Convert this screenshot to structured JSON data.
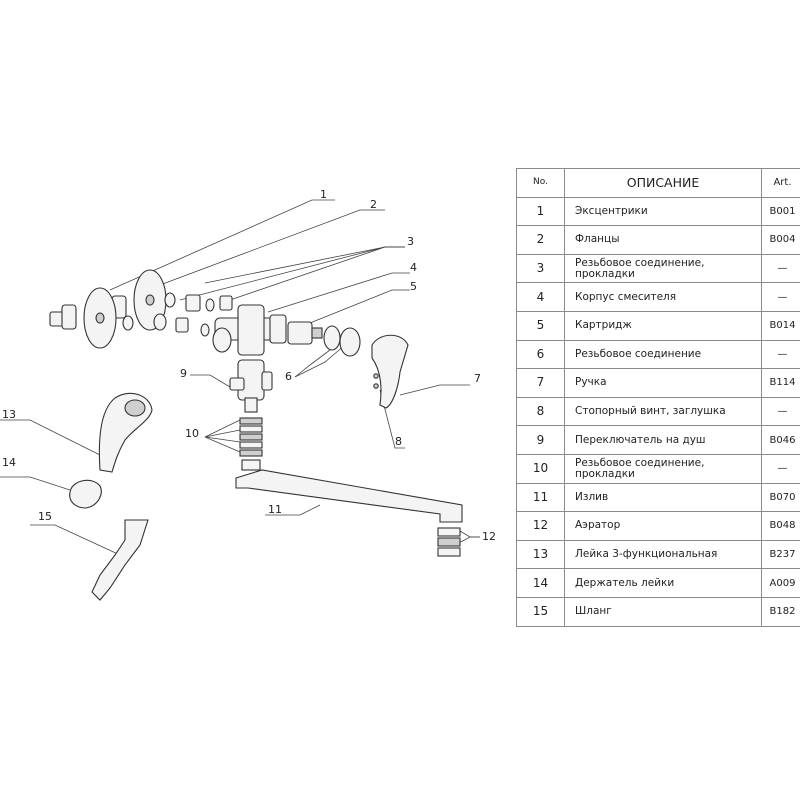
{
  "diagram": {
    "callouts": [
      "1",
      "2",
      "3",
      "4",
      "5",
      "6",
      "7",
      "8",
      "9",
      "10",
      "11",
      "12",
      "13",
      "14",
      "15"
    ]
  },
  "table": {
    "headers": {
      "no": "No.",
      "desc": "ОПИСАНИЕ",
      "art": "Art."
    },
    "rows": [
      {
        "no": "1",
        "desc": "Эксцентрики",
        "art": "B001"
      },
      {
        "no": "2",
        "desc": "Фланцы",
        "art": "B004"
      },
      {
        "no": "3",
        "desc": "Резьбовое соединение, прокладки",
        "art": "—"
      },
      {
        "no": "4",
        "desc": "Корпус смесителя",
        "art": "—"
      },
      {
        "no": "5",
        "desc": "Картридж",
        "art": "B014"
      },
      {
        "no": "6",
        "desc": "Резьбовое соединение",
        "art": "—"
      },
      {
        "no": "7",
        "desc": "Ручка",
        "art": "B114"
      },
      {
        "no": "8",
        "desc": "Стопорный винт, заглушка",
        "art": "—"
      },
      {
        "no": "9",
        "desc": "Переключатель на душ",
        "art": "B046"
      },
      {
        "no": "10",
        "desc": "Резьбовое соединение, прокладки",
        "art": "—"
      },
      {
        "no": "11",
        "desc": "Излив",
        "art": "B070"
      },
      {
        "no": "12",
        "desc": "Аэратор",
        "art": "B048"
      },
      {
        "no": "13",
        "desc": "Лейка 3-функциональная",
        "art": "B237"
      },
      {
        "no": "14",
        "desc": "Держатель лейки",
        "art": "A009"
      },
      {
        "no": "15",
        "desc": "Шланг",
        "art": "B182"
      }
    ]
  }
}
